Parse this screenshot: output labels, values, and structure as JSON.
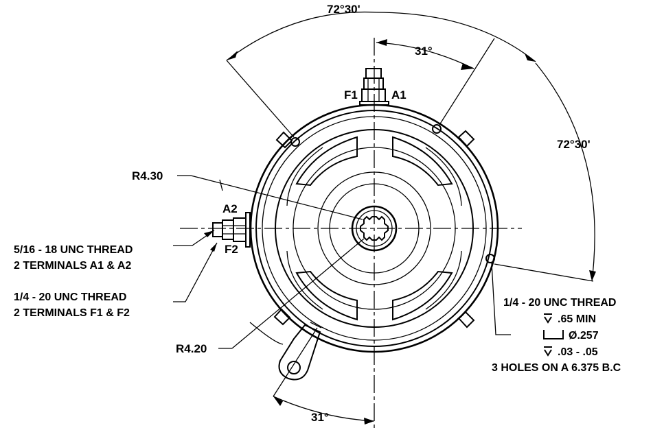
{
  "drawing": {
    "angle_top": "72°30'",
    "angle_right": "72°30'",
    "angle_top_small": "31°",
    "angle_bottom": "31°",
    "radius_upper": "R4.30",
    "radius_lower": "R4.20",
    "terminal_f1": "F1",
    "terminal_a1": "A1",
    "terminal_a2": "A2",
    "terminal_f2": "F2",
    "note_516_line1": "5/16 - 18 UNC THREAD",
    "note_516_line2": "2 TERMINALS A1 & A2",
    "note_14_line1": "1/4 - 20 UNC THREAD",
    "note_14_line2": "2 TERMINALS F1 & F2",
    "holes_line1": "1/4 - 20 UNC THREAD",
    "holes_line2": ".65 MIN",
    "holes_line3": "Ø.257",
    "holes_line4": ".03 - .05",
    "holes_line5": "3 HOLES ON A 6.375 B.C"
  }
}
